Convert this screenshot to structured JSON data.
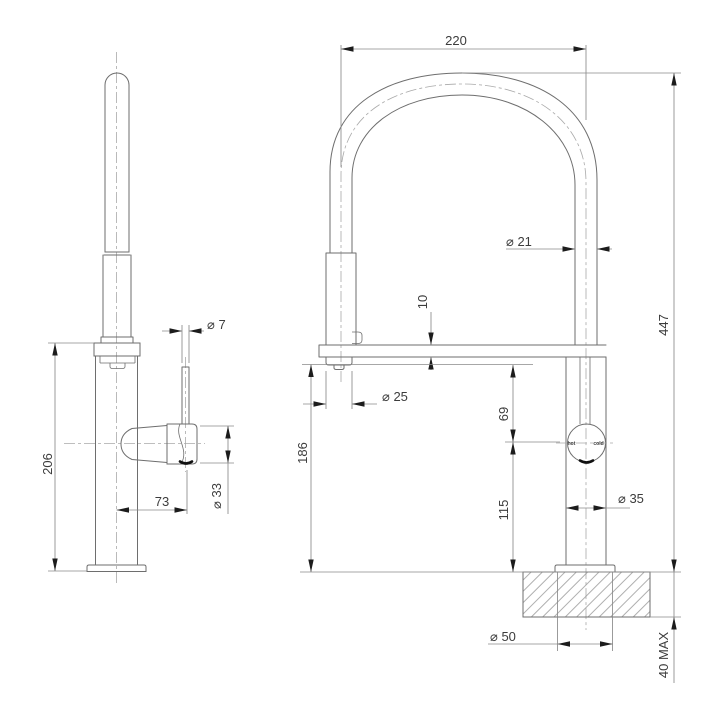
{
  "drawing": {
    "type": "technical-dimension-drawing",
    "subject": "flexible-hose sink mixer tap, side view and front view with countertop section",
    "colors": {
      "background": "#ffffff",
      "line": "#6e6e6e",
      "dimension_line": "#8a8a8a",
      "text": "#3c3c3c",
      "arrow": "#1c1c1c",
      "centerline": "#a9a9a9",
      "hatch": "#9b9b9b"
    },
    "side_view": {
      "dimensions": {
        "body_height": "206",
        "handle_reach": "73",
        "lever_rod_diameter": "⌀ 7",
        "handle_body_diameter": "⌀ 33"
      }
    },
    "front_view": {
      "dimensions": {
        "hose_spread": "220",
        "overall_height": "447",
        "hose_diameter": "⌀ 21",
        "arm_thickness": "10",
        "spout_diameter": "⌀ 25",
        "outlet_height": "186",
        "outlet_to_mixer": "69",
        "mixer_to_bench": "115",
        "body_diameter": "⌀ 35",
        "hole_diameter": "⌀ 50",
        "bench_thickness": "40 MAX"
      },
      "mixer_labels": {
        "hot": "hot",
        "cold": "cold"
      }
    }
  }
}
